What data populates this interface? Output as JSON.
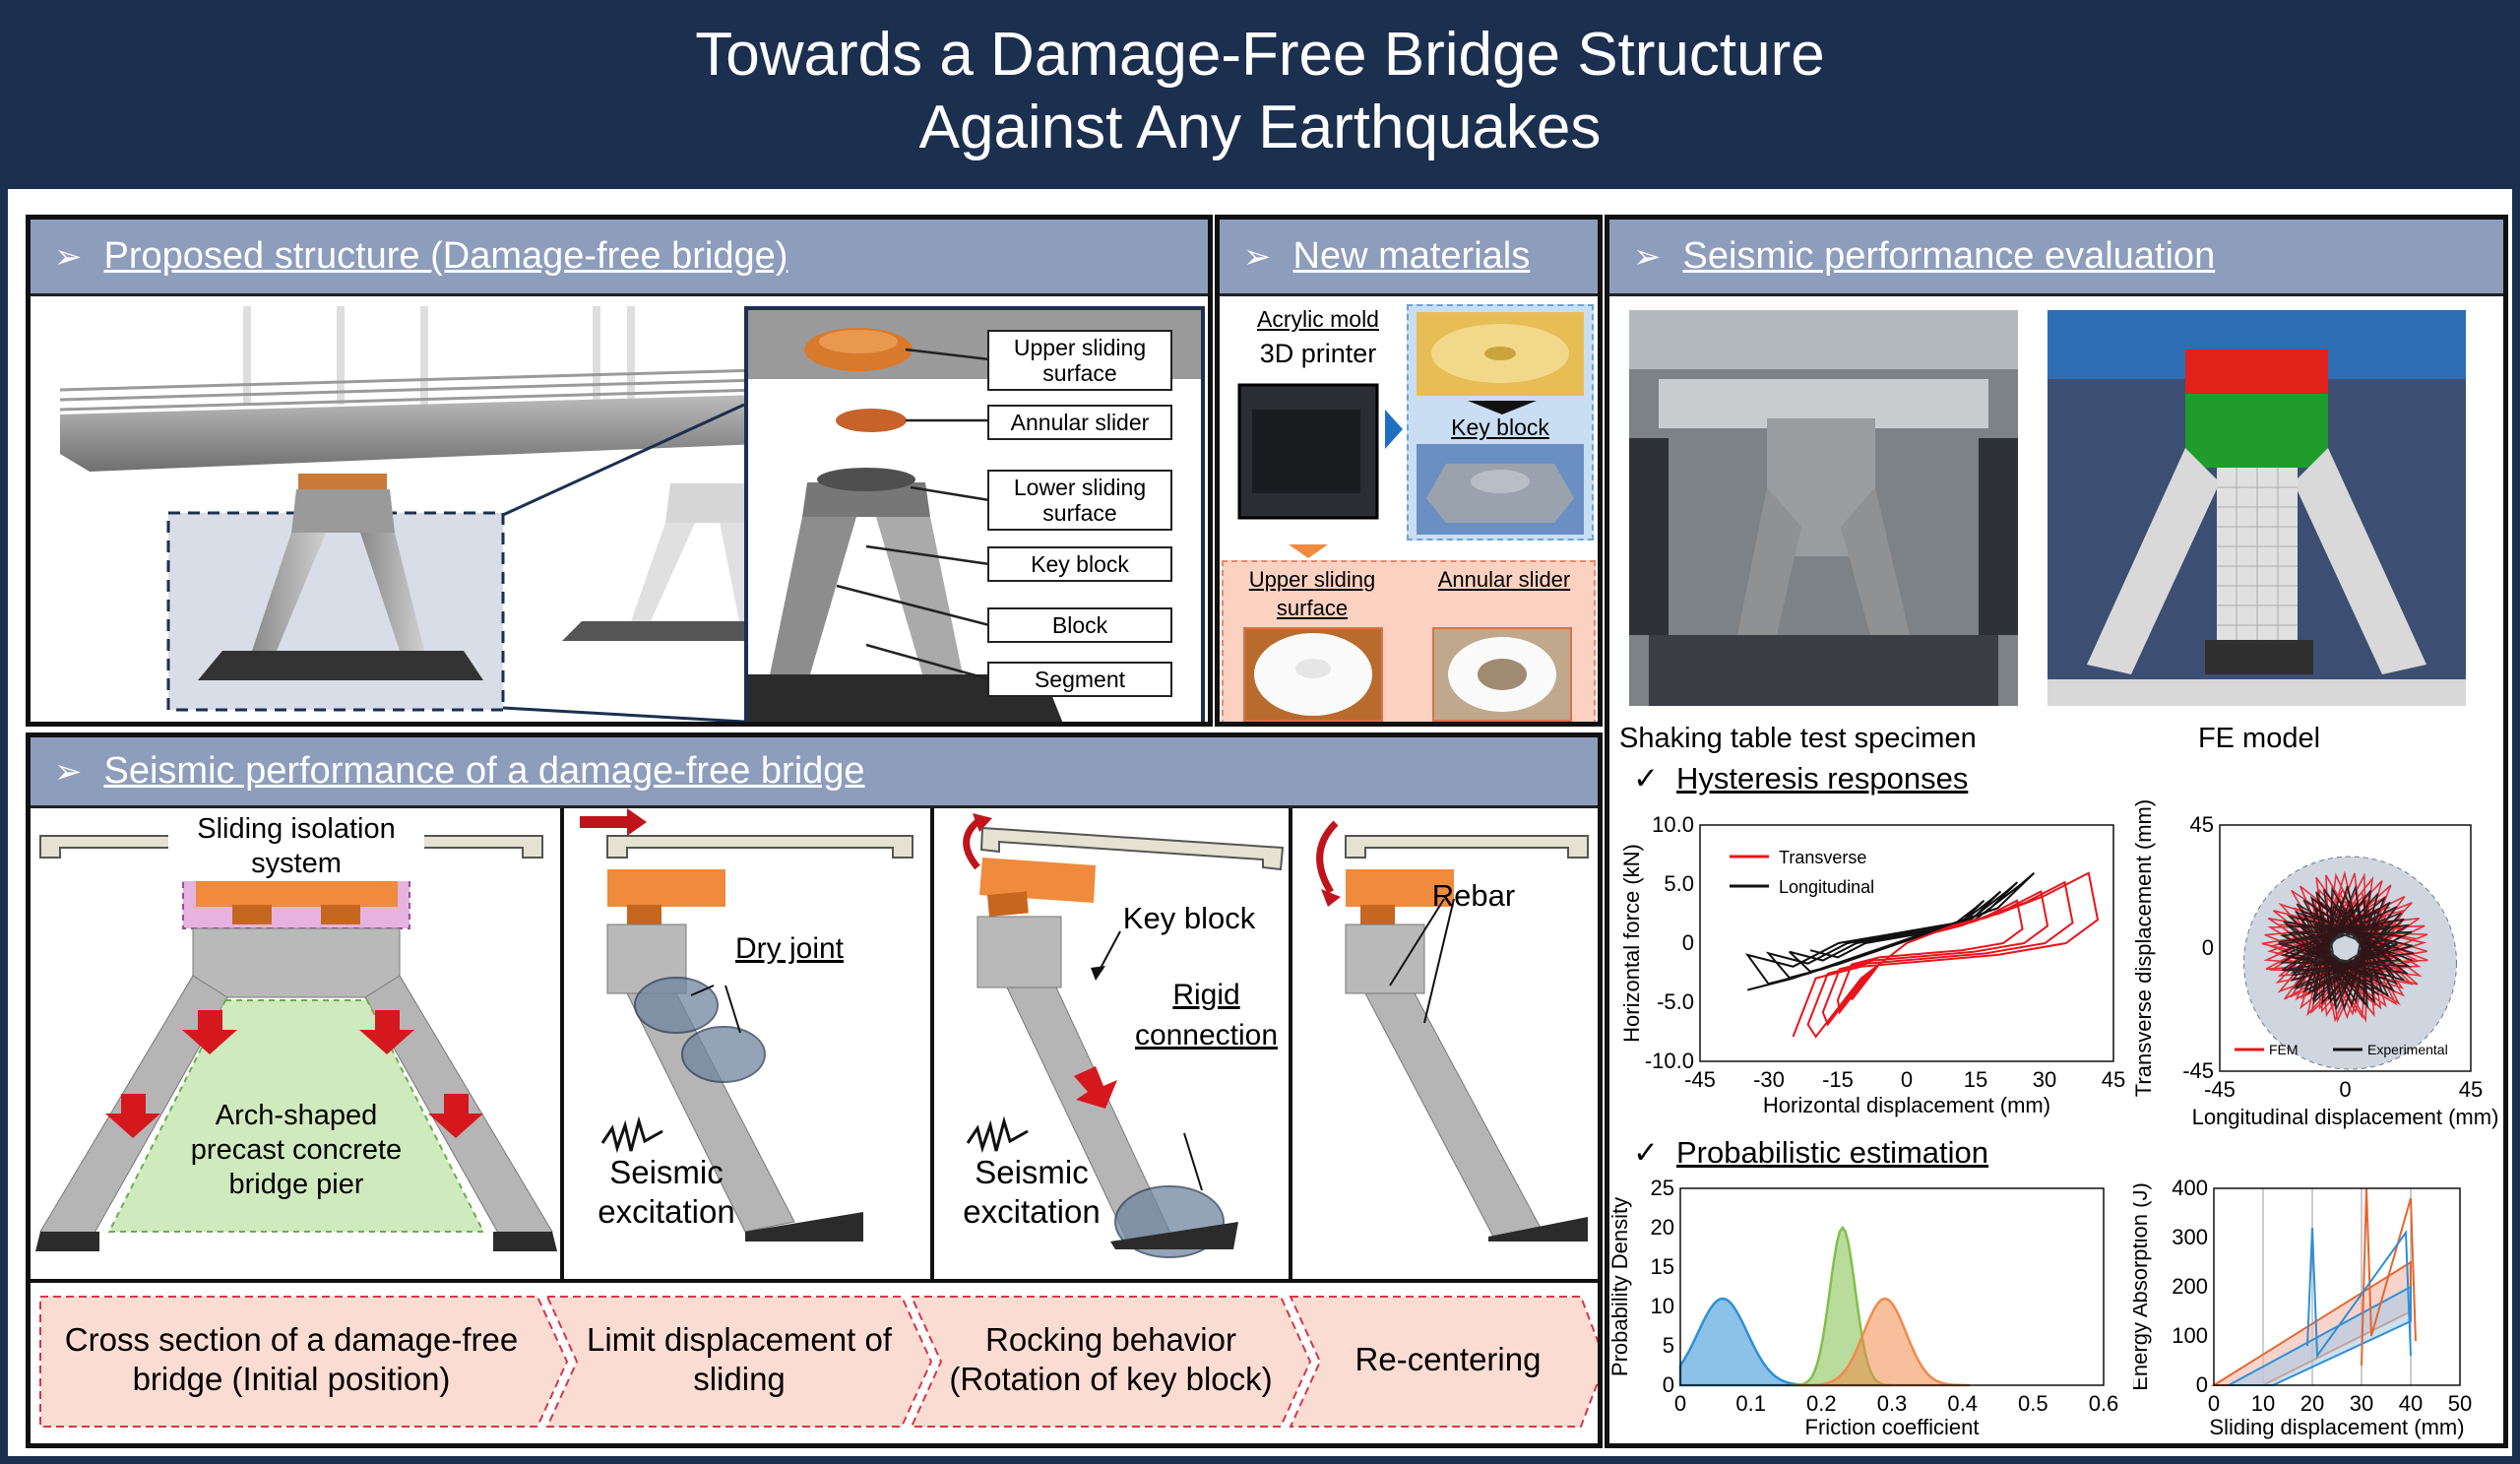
{
  "title": {
    "line1": "Towards a Damage-Free Bridge Structure",
    "line2": "Against Any Earthquakes"
  },
  "proposed": {
    "header": "Proposed structure (Damage-free bridge)",
    "labels": {
      "upper_sliding_surface": "Upper sliding surface",
      "annular_slider": "Annular slider",
      "lower_sliding_surface": "Lower sliding surface",
      "key_block": "Key block",
      "block": "Block",
      "segment": "Segment"
    }
  },
  "materials": {
    "header": "New materials",
    "acrylic_mold": "Acrylic mold",
    "printer": "3D printer",
    "key_block": "Key block",
    "upper_sliding_surface": "Upper sliding surface",
    "annular_slider": "Annular slider"
  },
  "evaluation": {
    "header": "Seismic performance evaluation",
    "shaking_caption": "Shaking table test specimen",
    "fe_caption": "FE model",
    "hysteresis_title": "Hysteresis responses",
    "probabilistic_title": "Probabilistic estimation"
  },
  "bridge": {
    "header": "Seismic performance of a damage-free bridge",
    "sliding_isolation": "Sliding isolation system",
    "arch_pier": "Arch-shaped precast concrete bridge pier",
    "dry_joint": "Dry joint",
    "key_block": "Key block",
    "rigid_connection": "Rigid connection",
    "rebar": "Rebar",
    "seismic_excitation_1": "Seismic excitation",
    "seismic_excitation_2": "Seismic excitation",
    "steps": [
      "Cross section of a damage-free bridge (Initial position)",
      "Limit displacement of sliding",
      "Rocking behavior (Rotation of key block)",
      "Re-centering"
    ]
  },
  "chart_data": [
    {
      "type": "line",
      "xlabel": "Horizontal displacement (mm)",
      "ylabel": "Horizontal force (kN)",
      "xlim": [
        -45,
        45
      ],
      "ylim": [
        -10,
        10
      ],
      "xticks": [
        "-45",
        "-30",
        "-15",
        "0",
        "15",
        "30",
        "45"
      ],
      "yticks": [
        "10.0",
        "5.0",
        "0",
        "-5.0",
        "-10.0"
      ],
      "series": [
        {
          "name": "Transverse",
          "color": "#e8141c",
          "x": [
            -20,
            -10,
            0,
            10,
            20,
            30,
            40,
            42,
            35,
            20,
            5,
            -10,
            -20,
            -25
          ],
          "y": [
            -8,
            -3,
            0,
            1.5,
            2.5,
            4,
            6,
            2,
            0,
            -1,
            -1.5,
            -2,
            -3,
            -8
          ]
        },
        {
          "name": "Longitudinal",
          "color": "#111111",
          "x": [
            -35,
            -25,
            -15,
            0,
            15,
            25,
            28,
            20,
            5,
            -10,
            -25,
            -35
          ],
          "y": [
            -1,
            -2,
            0,
            1,
            2,
            5,
            6,
            3,
            1,
            -1,
            -3,
            -4
          ]
        }
      ]
    },
    {
      "type": "scatter",
      "xlabel": "Longitudinal displacement (mm)",
      "ylabel": "Transverse displacement (mm)",
      "xlim": [
        -45,
        45
      ],
      "ylim": [
        -45,
        45
      ],
      "xticks": [
        "-45",
        "0",
        "45"
      ],
      "yticks": [
        "45",
        "0",
        "-45"
      ],
      "series": [
        {
          "name": "FEM",
          "color": "#e8141c"
        },
        {
          "name": "Experimental",
          "color": "#111111"
        }
      ]
    },
    {
      "type": "area",
      "xlabel": "Friction coefficient",
      "ylabel": "Probability Density",
      "xlim": [
        0,
        0.6
      ],
      "ylim": [
        0,
        25
      ],
      "xticks": [
        "0",
        "0.1",
        "0.2",
        "0.3",
        "0.4",
        "0.5",
        "0.6"
      ],
      "yticks": [
        "25",
        "20",
        "15",
        "10",
        "5",
        "0"
      ],
      "series": [
        {
          "color": "#2e8fd6",
          "peak_x": 0.06,
          "peak_y": 11
        },
        {
          "color": "#7fc04a",
          "peak_x": 0.23,
          "peak_y": 20
        },
        {
          "color": "#f08a4b",
          "peak_x": 0.29,
          "peak_y": 11
        }
      ]
    },
    {
      "type": "line",
      "xlabel": "Sliding displacement (mm)",
      "ylabel": "Energy Absorption (J)",
      "xlim": [
        0,
        50
      ],
      "ylim": [
        0,
        400
      ],
      "xticks": [
        "0",
        "10",
        "20",
        "30",
        "40",
        "50"
      ],
      "yticks": [
        "400",
        "300",
        "200",
        "100",
        "0"
      ]
    }
  ],
  "colors": {
    "navy": "#1b2f4f",
    "header": "#8d9dbc",
    "orange": "#f08a3c",
    "red_arrow": "#c0141c",
    "arch_fill": "#cfeabd",
    "step_fill": "#fbdcd2"
  }
}
